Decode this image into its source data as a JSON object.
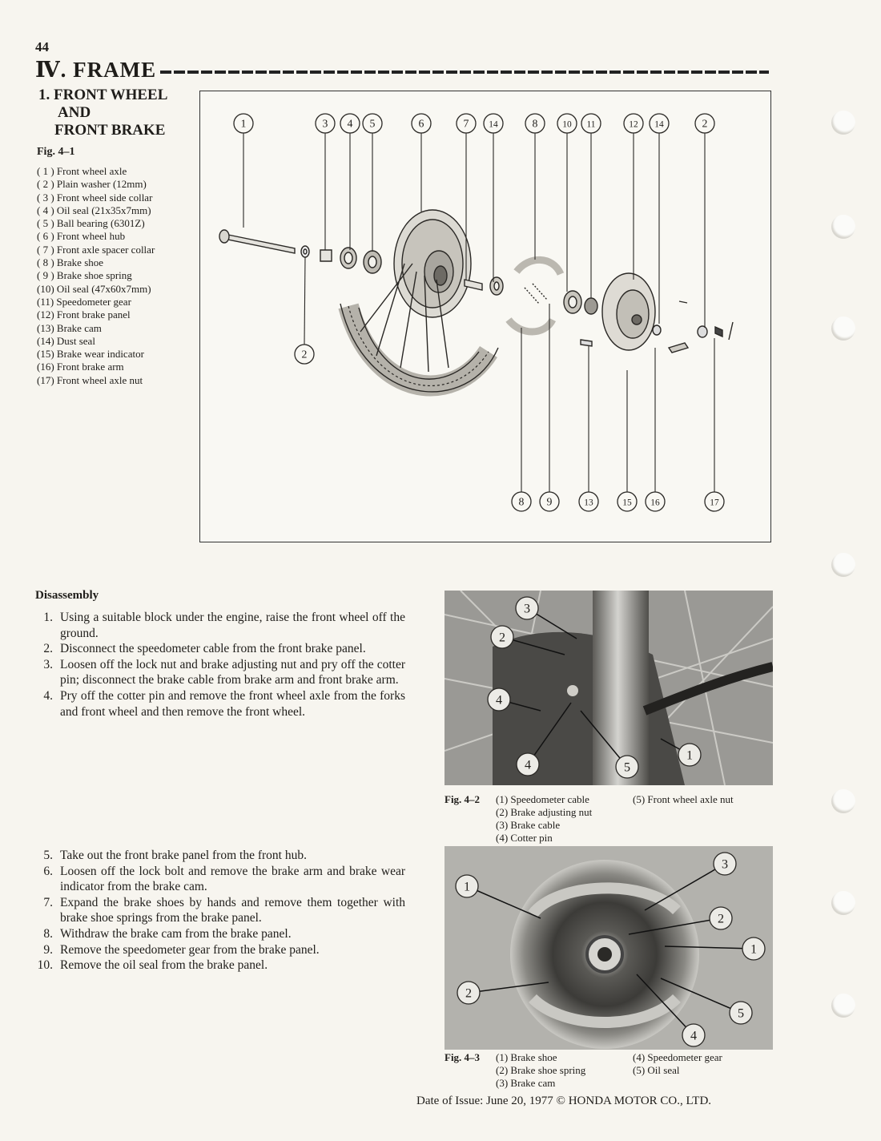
{
  "page_number": "44",
  "section_title": "Ⅳ. FRAME",
  "subsection": {
    "number": "1.",
    "line1": "FRONT WHEEL",
    "line2": "AND",
    "line3": "FRONT BRAKE"
  },
  "fig1": {
    "label": "Fig. 4–1",
    "parts": [
      "( 1 ) Front wheel axle",
      "( 2 ) Plain washer (12mm)",
      "( 3 ) Front wheel side collar",
      "( 4 ) Oil seal (21x35x7mm)",
      "( 5 ) Ball bearing (6301Z)",
      "( 6 ) Front wheel hub",
      "( 7 ) Front axle spacer collar",
      "( 8 ) Brake shoe",
      "( 9 ) Brake shoe spring",
      "(10) Oil seal (47x60x7mm)",
      "(11) Speedometer gear",
      "(12) Front brake panel",
      "(13) Brake cam",
      "(14) Dust seal",
      "(15) Brake wear indicator",
      "(16) Front brake arm",
      "(17) Front wheel axle nut"
    ],
    "top_callouts": [
      "1",
      "3",
      "4",
      "5",
      "6",
      "7",
      "14",
      "8",
      "10",
      "11",
      "12",
      "14",
      "2"
    ],
    "bottom_callouts": [
      "8",
      "9",
      "13",
      "15",
      "16",
      "17"
    ],
    "left_callout": "2"
  },
  "disassembly": {
    "heading": "Disassembly",
    "steps_a": [
      {
        "n": "1.",
        "text": "Using a suitable block under the engine, raise the front wheel off the ground."
      },
      {
        "n": "2.",
        "text": "Disconnect the speedometer cable from the front brake panel."
      },
      {
        "n": "3.",
        "text": "Loosen off the lock nut and brake adjusting nut and pry off the cotter pin; disconnect the brake cable from brake arm and front brake arm."
      },
      {
        "n": "4.",
        "text": "Pry off the cotter pin and remove the front wheel axle from the forks and front wheel and then remove the front wheel."
      }
    ],
    "steps_b": [
      {
        "n": "5.",
        "text": "Take out the front brake panel from the front hub."
      },
      {
        "n": "6.",
        "text": "Loosen off the lock bolt and remove the brake arm and brake wear indicator from the brake cam."
      },
      {
        "n": "7.",
        "text": "Expand the brake shoes by hands and remove them together with brake shoe springs from the brake panel."
      },
      {
        "n": "8.",
        "text": "Withdraw the brake cam from the brake panel."
      },
      {
        "n": "9.",
        "text": "Remove the speedometer gear from the brake panel."
      },
      {
        "n": "10.",
        "text": "Remove the oil seal from the brake panel."
      }
    ]
  },
  "fig2": {
    "label": "Fig. 4–2",
    "items_left": [
      "(1) Speedometer cable",
      "(2) Brake adjusting nut",
      "(3) Brake cable",
      "(4) Cotter pin"
    ],
    "items_right": [
      "(5) Front wheel axle nut"
    ],
    "callouts": [
      "3",
      "2",
      "4",
      "4",
      "5",
      "1"
    ]
  },
  "fig3": {
    "label": "Fig. 4–3",
    "items_left": [
      "(1) Brake shoe",
      "(2) Brake shoe spring",
      "(3) Brake cam"
    ],
    "items_right": [
      "(4) Speedometer gear",
      "(5) Oil seal"
    ],
    "callouts": [
      "1",
      "3",
      "2",
      "1",
      "2",
      "5",
      "4"
    ]
  },
  "footer": "Date of Issue:  June 20, 1977  © HONDA MOTOR CO., LTD."
}
